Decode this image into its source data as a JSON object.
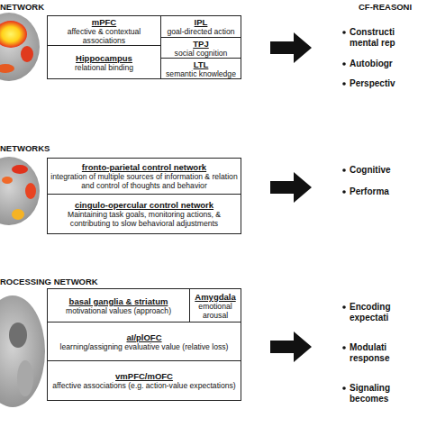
{
  "diagram": {
    "nodes": [
      {
        "text": [
          "mPFC",
          "affective & contextual associations"
        ]
      },
      {
        "text": [
          "IPL",
          "goal-directed action"
        ]
      },
      {
        "text": [
          "Hippocampus",
          "relational binding"
        ]
      },
      {
        "text": [
          "TPJ",
          "social cognition"
        ]
      },
      {
        "text": [
          "LTL",
          "semantic knowledge"
        ]
      },
      {
        "text": [
          "fronto-parietal control network",
          "integration of multiple sources of information & relation and control of thoughts and behavior"
        ]
      },
      {
        "text": [
          "cingulo-opercular control network",
          "Maintaining task goals, monitoring actions, & contributing to slow behavioral adjustments"
        ]
      },
      {
        "text": [
          "basal ganglia & striatum",
          "motivational values (approach)"
        ]
      },
      {
        "text": [
          "Amygdala",
          "emotional arousal"
        ]
      },
      {
        "text": [
          "aI/plOFC",
          "learning/assigning evaluative value (relative loss)"
        ]
      },
      {
        "text": [
          "vmPFC/mOFC",
          "affective associations (e.g. action-value expectations)"
        ]
      }
    ],
    "labels": [
      "NETWORK",
      "CF-REASONI",
      "Constructi mental rep",
      "Autobiogr",
      "Perspectiv",
      "NETWORKS",
      "Cognitive",
      "Performa",
      "ROCESSING NETWORK",
      "Encoding expectati",
      "Modulati response",
      "Signaling becomes"
    ]
  }
}
